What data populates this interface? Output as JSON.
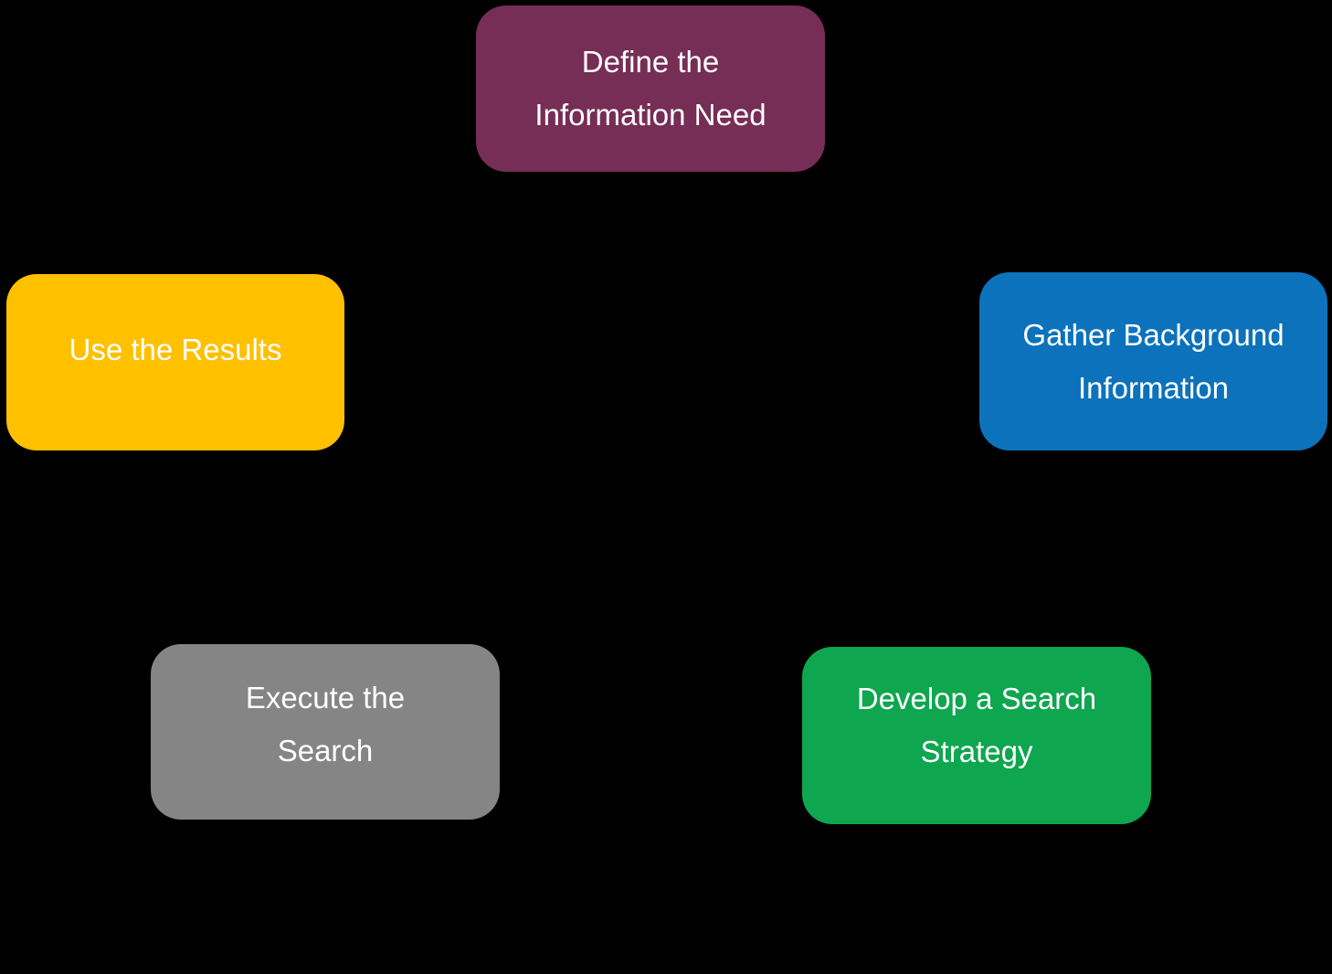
{
  "diagram": {
    "title_semantic": "search-process-cycle",
    "background_color": "#000000",
    "text_color": "#FFFFFF",
    "nodes": [
      {
        "id": "define-information-need",
        "label_line1": "Define the",
        "label_line2": "Information Need",
        "color": "#762D56"
      },
      {
        "id": "gather-background-information",
        "label_line1": "Gather Background",
        "label_line2": "Information",
        "color": "#0C72BC"
      },
      {
        "id": "develop-search-strategy",
        "label_line1": "Develop a Search",
        "label_line2": "Strategy",
        "color": "#0EA64F"
      },
      {
        "id": "execute-search",
        "label_line1": "Execute the",
        "label_line2": "Search",
        "color": "#858585"
      },
      {
        "id": "use-results",
        "label_line1": "Use the Results",
        "label_line2": "",
        "color": "#FFC000"
      }
    ]
  }
}
